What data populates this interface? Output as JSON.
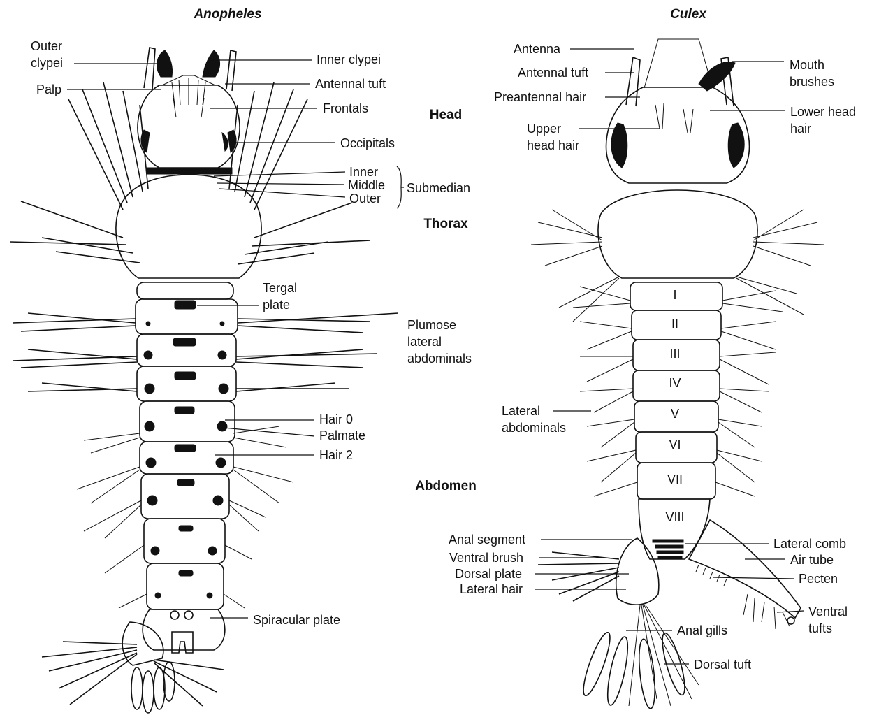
{
  "titles": {
    "left": "Anopheles",
    "right": "Culex"
  },
  "regions": {
    "head": "Head",
    "thorax": "Thorax",
    "abdomen": "Abdomen"
  },
  "anopheles_labels": {
    "outer_clypei": [
      "Outer",
      "clypei"
    ],
    "palp": "Palp",
    "inner_clypei": "Inner clypei",
    "antennal_tuft": "Antennal tuft",
    "frontals": "Frontals",
    "occipitals": "Occipitals",
    "submedian_inner": "Inner",
    "submedian_middle": "Middle",
    "submedian_outer": "Outer",
    "submedian": "Submedian",
    "tergal_plate": [
      "Tergal",
      "plate"
    ],
    "plumose": [
      "Plumose",
      "lateral",
      "abdominals"
    ],
    "hair0": "Hair 0",
    "palmate": "Palmate",
    "hair2": "Hair 2",
    "spiracular_plate": "Spiracular plate"
  },
  "culex_labels": {
    "antenna": "Antenna",
    "antennal_tuft": "Antennal tuft",
    "preantennal_hair": "Preantennal hair",
    "upper_head_hair": [
      "Upper",
      "head hair"
    ],
    "mouth_brushes": [
      "Mouth",
      "brushes"
    ],
    "lower_head_hair": [
      "Lower head",
      "hair"
    ],
    "lateral_abdominals": [
      "Lateral",
      "abdominals"
    ],
    "anal_segment": "Anal segment",
    "ventral_brush": "Ventral brush",
    "dorsal_plate": "Dorsal plate",
    "lateral_hair": "Lateral hair",
    "lateral_comb": "Lateral comb",
    "air_tube": "Air tube",
    "pecten": "Pecten",
    "ventral_tufts": [
      "Ventral",
      "tufts"
    ],
    "anal_gills": "Anal gills",
    "dorsal_tuft": "Dorsal tuft"
  },
  "segment_numerals": [
    "I",
    "II",
    "III",
    "IV",
    "V",
    "VI",
    "VII",
    "VIII"
  ]
}
